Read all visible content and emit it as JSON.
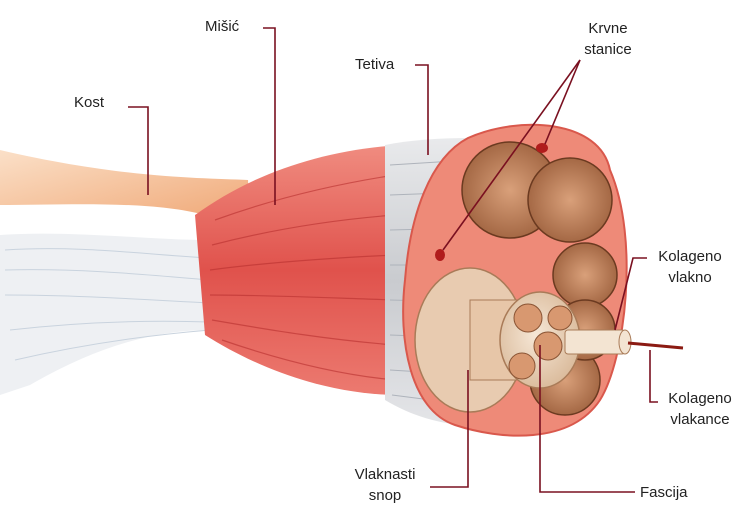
{
  "labels": {
    "kost": "Kost",
    "misic": "Mišić",
    "tetiva": "Tetiva",
    "krvne_line1": "Krvne",
    "krvne_line2": "stanice",
    "kolageno_vlakno_line1": "Kolageno",
    "kolageno_vlakno_line2": "vlakno",
    "kolageno_vlakance_line1": "Kolageno",
    "kolageno_vlakance_line2": "vlakance",
    "vlaknasti_line1": "Vlaknasti",
    "vlaknasti_line2": "snop",
    "fascija": "Fascija"
  },
  "colors": {
    "leader_line": "#7a1020",
    "muscle": "#e4655f",
    "tendon": "#dcdde0",
    "bone": "#f3b588",
    "sheath": "#ee8a78",
    "bundle": "#c98a63",
    "fiber": "#efdcc8"
  }
}
